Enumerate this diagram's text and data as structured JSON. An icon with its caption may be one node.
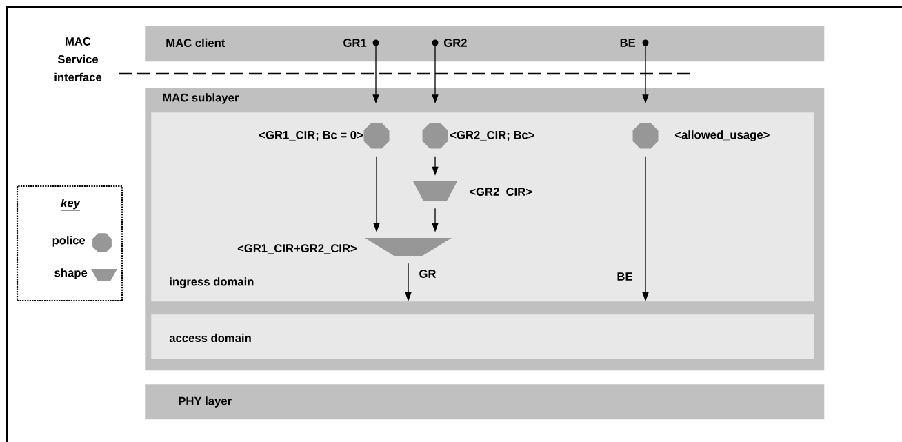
{
  "diagram": {
    "nodes": [
      {
        "text": [
          "MAC client"
        ]
      },
      {
        "text": [],
        "shape": "circle",
        "beside": [
          "GR1"
        ],
        "in": 0
      },
      {
        "text": [],
        "shape": "circle",
        "beside": [
          "GR2"
        ],
        "in": 0
      },
      {
        "text": [],
        "shape": "circle",
        "beside": [
          "BE"
        ],
        "in": 0
      },
      {
        "text": [
          "MAC sublayer"
        ]
      },
      {
        "text": [
          "ingress domain"
        ],
        "in": 4
      },
      {
        "text": [],
        "shape": "octagon",
        "beside": [
          "<GR1_CIR; Bc = 0>"
        ],
        "in": 5
      },
      {
        "text": [],
        "shape": "octagon",
        "beside": [
          "<GR2_CIR; Bc>"
        ],
        "in": 5
      },
      {
        "text": [],
        "shape": "octagon",
        "beside": [
          "<allowed_usage>"
        ],
        "in": 5
      },
      {
        "text": [],
        "shape": "trapezoid",
        "beside": [
          "<GR2_CIR>"
        ],
        "in": 5
      },
      {
        "text": [],
        "shape": "trapezoid",
        "beside": [
          "<GR1_CIR+GR2_CIR>"
        ],
        "in": 5
      },
      {
        "text": [
          "access domain"
        ],
        "in": 4
      },
      {
        "text": [
          "PHY layer"
        ]
      }
    ],
    "edges": [
      {
        "from": 1,
        "to": 6,
        "arrow": "to"
      },
      {
        "from": 2,
        "to": 7,
        "arrow": "to"
      },
      {
        "from": 3,
        "to": 8,
        "arrow": "to"
      },
      {
        "from": 6,
        "to": 10,
        "arrow": "to"
      },
      {
        "from": 7,
        "to": 9,
        "arrow": "to"
      },
      {
        "from": 9,
        "to": 10,
        "arrow": "to"
      },
      {
        "from": 10,
        "to": 11,
        "arrow": "to",
        "label": "GR"
      },
      {
        "from": 8,
        "to": 11,
        "arrow": "to",
        "label": "BE"
      }
    ],
    "labels": [
      "MAC Service interface",
      "key"
    ],
    "legend": [
      {
        "text": "police"
      },
      {
        "text": "shape"
      }
    ]
  }
}
